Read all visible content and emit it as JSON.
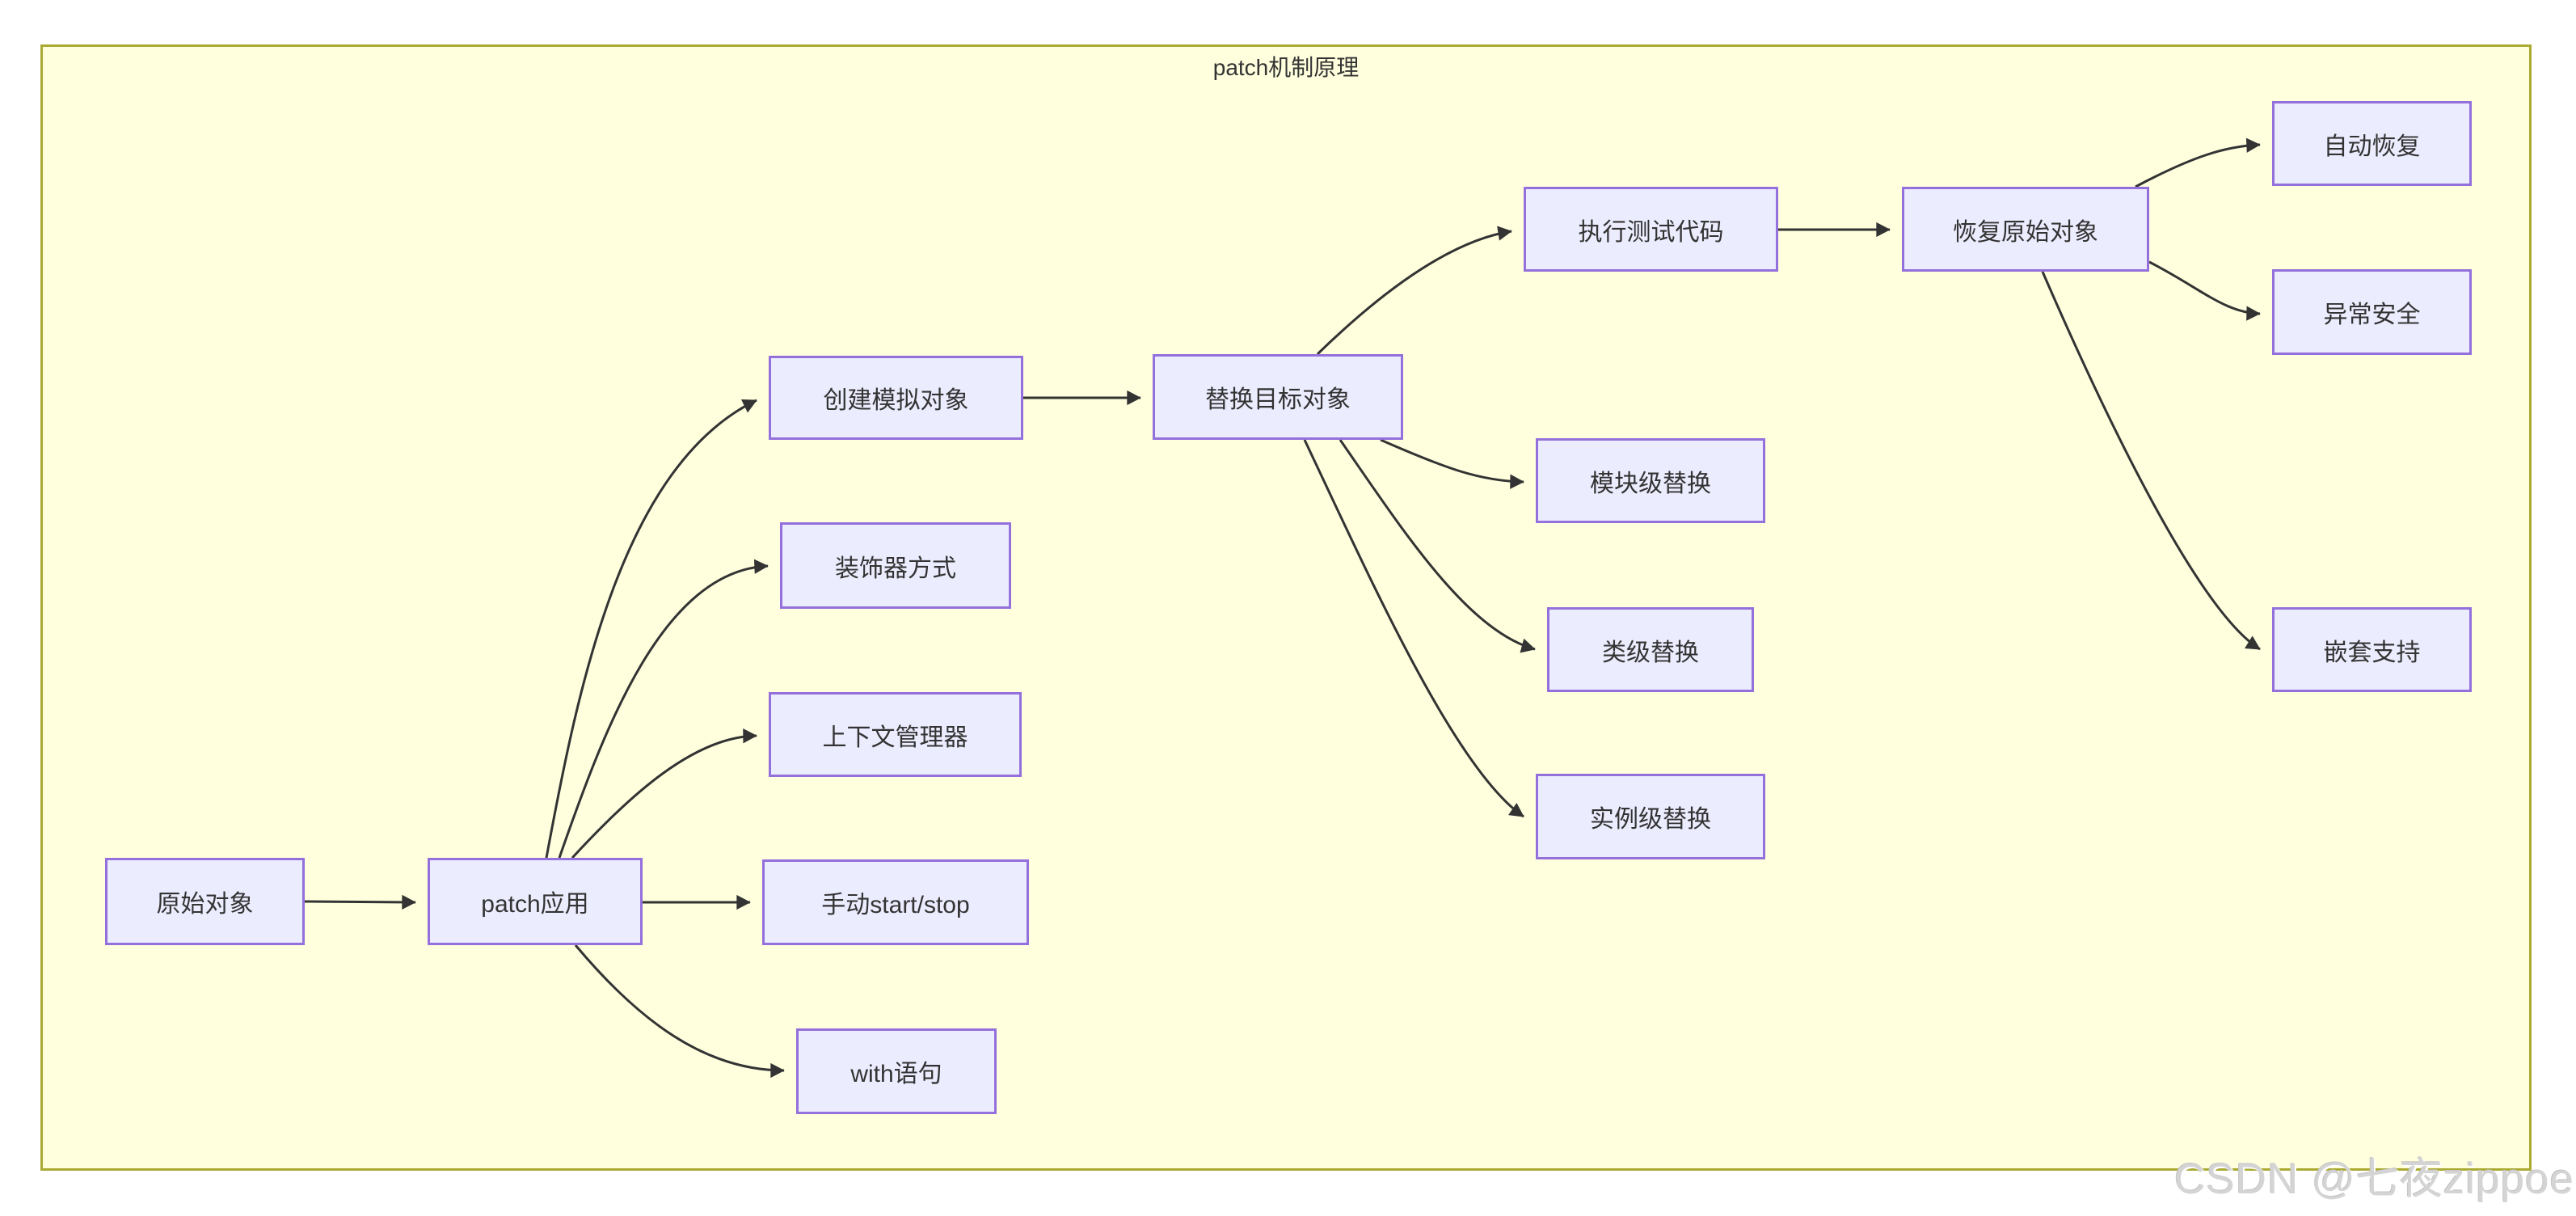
{
  "title": "patch机制原理",
  "watermark": "CSDN @七夜zippoe",
  "colors": {
    "page_background": "#ffffff",
    "cluster_fill": "#ffffde",
    "cluster_border": "#aaaa33",
    "node_fill": "#ececff",
    "node_border": "#9370db",
    "text": "#333333",
    "edge": "#333333",
    "watermark": "#d4d4d4"
  },
  "nodes": [
    {
      "id": "original-object",
      "label": "原始对象"
    },
    {
      "id": "patch-apply",
      "label": "patch应用"
    },
    {
      "id": "create-mock",
      "label": "创建模拟对象"
    },
    {
      "id": "decorator-style",
      "label": "装饰器方式"
    },
    {
      "id": "context-manager",
      "label": "上下文管理器"
    },
    {
      "id": "manual-start-stop",
      "label": "手动start/stop"
    },
    {
      "id": "with-statement",
      "label": "with语句"
    },
    {
      "id": "replace-target",
      "label": "替换目标对象"
    },
    {
      "id": "execute-test-code",
      "label": "执行测试代码"
    },
    {
      "id": "module-level",
      "label": "模块级替换"
    },
    {
      "id": "class-level",
      "label": "类级替换"
    },
    {
      "id": "instance-level",
      "label": "实例级替换"
    },
    {
      "id": "restore-original",
      "label": "恢复原始对象"
    },
    {
      "id": "auto-restore",
      "label": "自动恢复"
    },
    {
      "id": "exception-safe",
      "label": "异常安全"
    },
    {
      "id": "nested-support",
      "label": "嵌套支持"
    }
  ],
  "edges": [
    {
      "from": "原始对象",
      "to": "patch应用"
    },
    {
      "from": "patch应用",
      "to": "创建模拟对象"
    },
    {
      "from": "patch应用",
      "to": "装饰器方式"
    },
    {
      "from": "patch应用",
      "to": "上下文管理器"
    },
    {
      "from": "patch应用",
      "to": "手动start/stop"
    },
    {
      "from": "patch应用",
      "to": "with语句"
    },
    {
      "from": "创建模拟对象",
      "to": "替换目标对象"
    },
    {
      "from": "替换目标对象",
      "to": "执行测试代码"
    },
    {
      "from": "替换目标对象",
      "to": "模块级替换"
    },
    {
      "from": "替换目标对象",
      "to": "类级替换"
    },
    {
      "from": "替换目标对象",
      "to": "实例级替换"
    },
    {
      "from": "执行测试代码",
      "to": "恢复原始对象"
    },
    {
      "from": "恢复原始对象",
      "to": "自动恢复"
    },
    {
      "from": "恢复原始对象",
      "to": "异常安全"
    },
    {
      "from": "恢复原始对象",
      "to": "嵌套支持"
    }
  ]
}
